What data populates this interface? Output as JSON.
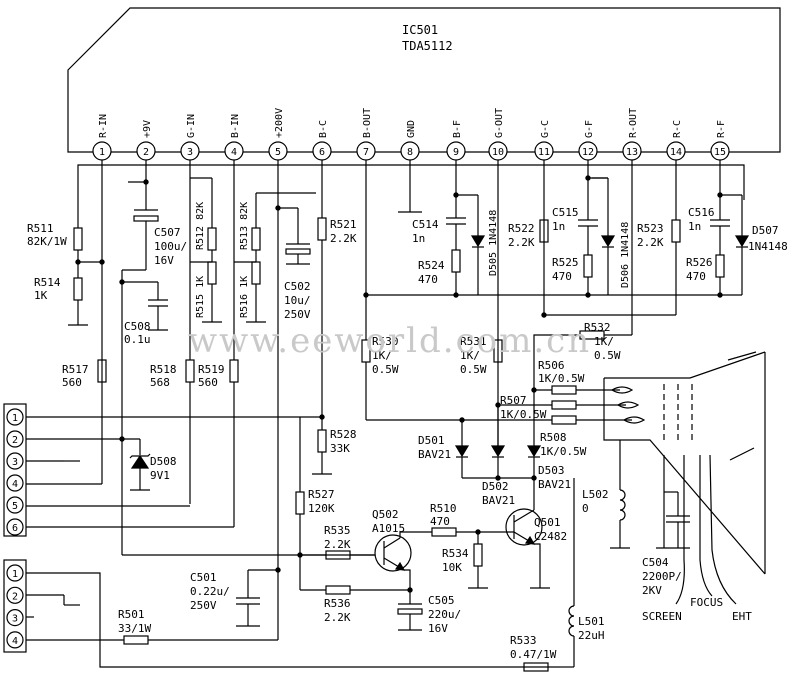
{
  "ic": {
    "name": "IC501",
    "part": "TDA5112",
    "pins": [
      {
        "num": "1",
        "label": "R-IN"
      },
      {
        "num": "2",
        "label": "+9V"
      },
      {
        "num": "3",
        "label": "G-IN"
      },
      {
        "num": "4",
        "label": "B-IN"
      },
      {
        "num": "5",
        "label": "+200V"
      },
      {
        "num": "6",
        "label": "B-C"
      },
      {
        "num": "7",
        "label": "B-OUT"
      },
      {
        "num": "8",
        "label": "GND"
      },
      {
        "num": "9",
        "label": "B-F"
      },
      {
        "num": "10",
        "label": "G-OUT"
      },
      {
        "num": "11",
        "label": "G-C"
      },
      {
        "num": "12",
        "label": "G-F"
      },
      {
        "num": "13",
        "label": "R-OUT"
      },
      {
        "num": "14",
        "label": "R-C"
      },
      {
        "num": "15",
        "label": "R-F"
      }
    ]
  },
  "components": {
    "R511": [
      "R511",
      "82K/1W"
    ],
    "R514": [
      "R514",
      "1K"
    ],
    "R517": [
      "R517",
      "560"
    ],
    "C507": [
      "C507",
      "100u/",
      "16V"
    ],
    "C508": [
      "C508",
      "0.1u"
    ],
    "R518": [
      "R518",
      "568"
    ],
    "R519": [
      "R519",
      "560"
    ],
    "R512": "R512 82K",
    "R513": "R513 82K",
    "R515": "R515 1K",
    "R516": "R516 1K",
    "R521": [
      "R521",
      "2.2K"
    ],
    "C502": [
      "C502",
      "10u/",
      "250V"
    ],
    "R528": [
      "R528",
      "33K"
    ],
    "R527": [
      "R527",
      "120K"
    ],
    "C514": [
      "C514",
      "1n"
    ],
    "R524": [
      "R524",
      "470"
    ],
    "D505": "D505 1N4148",
    "R522": [
      "R522",
      "2.2K"
    ],
    "C515": [
      "C515",
      "1n"
    ],
    "R525": [
      "R525",
      "470"
    ],
    "D506": "D506 1N4148",
    "R523": [
      "R523",
      "2.2K"
    ],
    "C516": [
      "C516",
      "1n"
    ],
    "R526": [
      "R526",
      "470"
    ],
    "D507": [
      "D507",
      "1N4148"
    ],
    "R530": [
      "R530",
      "1K/",
      "0.5W"
    ],
    "R531": [
      "R531",
      "1K/",
      "0.5W"
    ],
    "R532": [
      "R532",
      "1K/",
      "0.5W"
    ],
    "R506": [
      "R506",
      "1K/0.5W"
    ],
    "R507": [
      "R507",
      "1K/0.5W"
    ],
    "R508": [
      "R508",
      "1K/0.5W"
    ],
    "D501": [
      "D501",
      "BAV21"
    ],
    "D502": [
      "D502",
      "BAV21"
    ],
    "D503": [
      "D503",
      "BAV21"
    ],
    "D508": [
      "D508",
      "9V1"
    ],
    "Q502": [
      "Q502",
      "A1015"
    ],
    "Q501": [
      "Q501",
      "C2482"
    ],
    "R510": [
      "R510",
      "470"
    ],
    "R534": [
      "R534",
      "10K"
    ],
    "R535": [
      "R535",
      "2.2K"
    ],
    "R536": [
      "R536",
      "2.2K"
    ],
    "C501": [
      "C501",
      "0.22u/",
      "250V"
    ],
    "C505": [
      "C505",
      "220u/",
      "16V"
    ],
    "R501": [
      "R501",
      "33/1W"
    ],
    "R533": [
      "R533",
      "0.47/1W"
    ],
    "L501": [
      "L501",
      "22uH"
    ],
    "L502": [
      "L502",
      "0"
    ],
    "C504": [
      "C504",
      "2200P/",
      "2KV"
    ]
  },
  "crt": {
    "screen": "SCREEN",
    "focus": "FOCUS",
    "eht": "EHT"
  },
  "connectors": {
    "upper": [
      "1",
      "2",
      "3",
      "4",
      "5",
      "6"
    ],
    "lower": [
      "1",
      "2",
      "3",
      "4"
    ]
  },
  "watermark": "www.eeworld.com.cn"
}
